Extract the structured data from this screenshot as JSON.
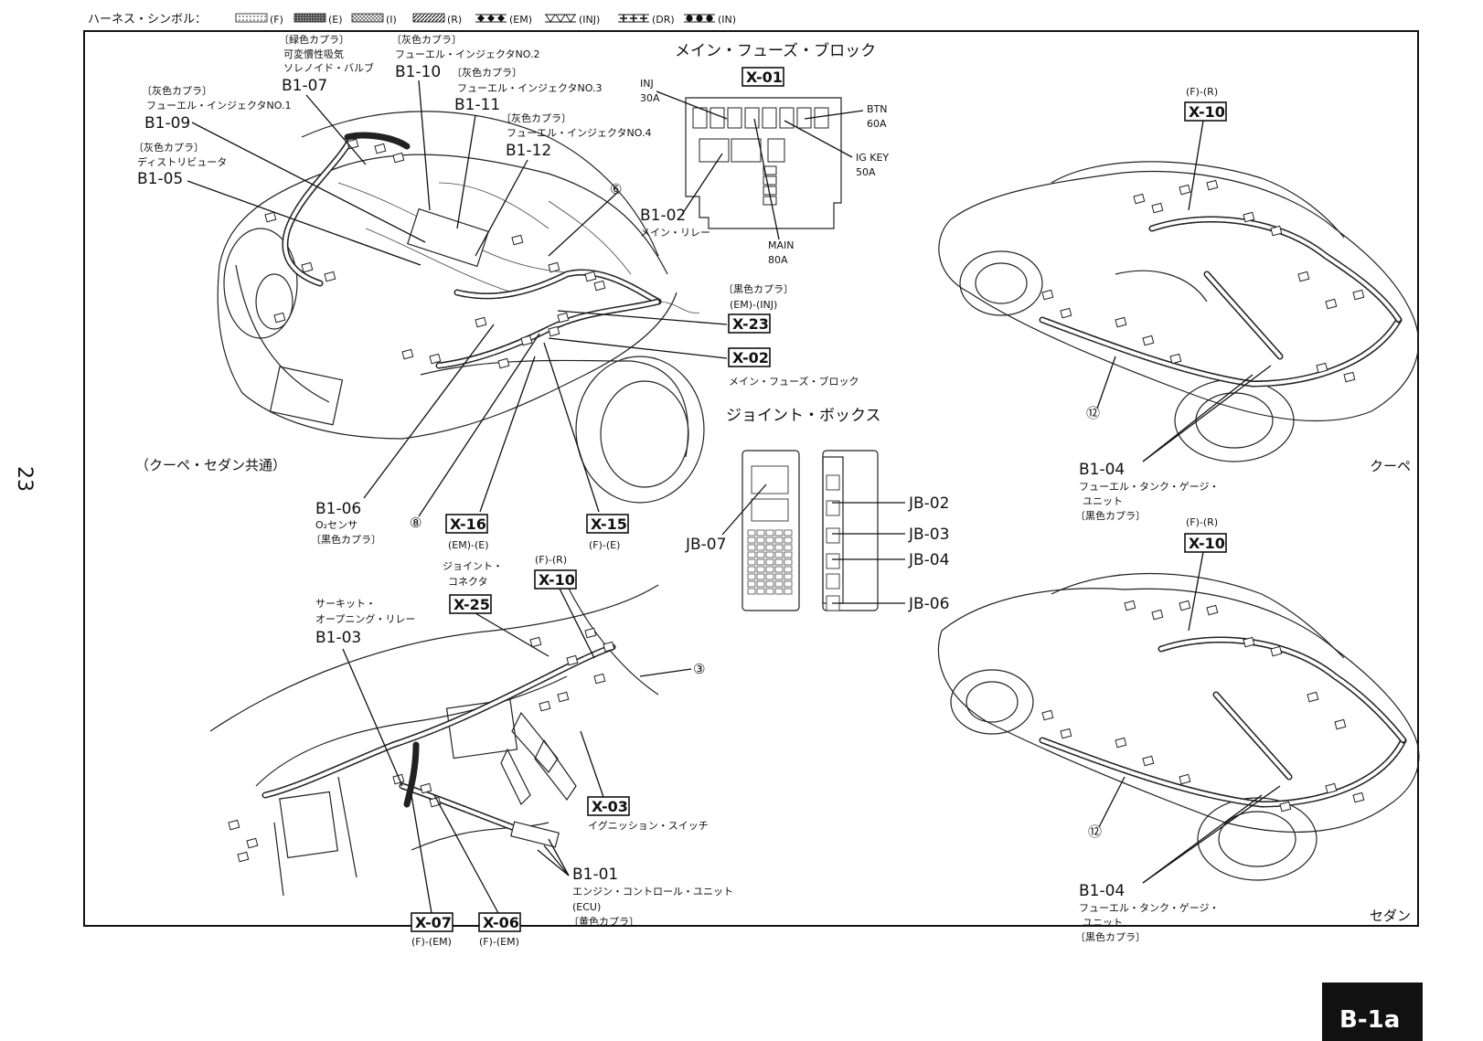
{
  "legend": {
    "title": "ハーネス・シンボル：",
    "items": [
      {
        "code": "(F)",
        "pattern": "dots"
      },
      {
        "code": "(E)",
        "pattern": "dark"
      },
      {
        "code": "(I)",
        "pattern": "cross"
      },
      {
        "code": "(R)",
        "pattern": "hatch"
      },
      {
        "code": "(EM)",
        "pattern": "diamond"
      },
      {
        "code": "(INJ)",
        "pattern": "triangle"
      },
      {
        "code": "(DR)",
        "pattern": "plus"
      },
      {
        "code": "(IN)",
        "pattern": "circle"
      }
    ]
  },
  "page_number": "23",
  "page_tab": "B-1a",
  "engine": {
    "caption": "（クーペ・セダン共通）",
    "b1_07": {
      "note1": "〔緑色カプラ〕",
      "note2": "可変慣性吸気",
      "note3": "ソレノイド・バルブ",
      "code": "B1-07"
    },
    "b1_10": {
      "note1": "〔灰色カプラ〕",
      "note2": "フューエル・インジェクタNO.2",
      "code": "B1-10"
    },
    "b1_11": {
      "note1": "〔灰色カプラ〕",
      "note2": "フューエル・インジェクタNO.3",
      "code": "B1-11"
    },
    "b1_12": {
      "note1": "〔灰色カプラ〕",
      "note2": "フューエル・インジェクタNO.4",
      "code": "B1-12"
    },
    "b1_09": {
      "note1": "〔灰色カプラ〕",
      "note2": "フューエル・インジェクタNO.1",
      "code": "B1-09"
    },
    "b1_05": {
      "note1": "〔灰色カプラ〕",
      "note2": "ディストリビュータ",
      "code": "B1-05"
    },
    "b1_06": {
      "code": "B1-06",
      "note1": "O₂センサ",
      "note2": "〔黒色カプラ〕"
    },
    "circle6": "⑥",
    "circle8": "⑧",
    "x23": {
      "note1": "〔黒色カプラ〕",
      "note2": "(EM)-(INJ)",
      "code": "X-23"
    },
    "x02": {
      "code": "X-02",
      "note": "メイン・フューズ・ブロック"
    },
    "x16": {
      "code": "X-16",
      "note": "(EM)-(E)"
    },
    "x15": {
      "code": "X-15",
      "note": "(F)-(E)"
    }
  },
  "fuse_block": {
    "title": "メイン・フューズ・ブロック",
    "code": "X-01",
    "inj": "INJ",
    "inj_amp": "30A",
    "btn": "BTN",
    "btn_amp": "60A",
    "igkey": "IG KEY",
    "igkey_amp": "50A",
    "b1_02": "B1-02",
    "b1_02_note": "メイン・リレー",
    "main": "MAIN",
    "main_amp": "80A"
  },
  "joint_box": {
    "title": "ジョイント・ボックス",
    "jb07": "JB-07",
    "jb02": "JB-02",
    "jb03": "JB-03",
    "jb04": "JB-04",
    "jb06": "JB-06"
  },
  "dash": {
    "x25": {
      "note1": "ジョイント・",
      "note2": "コネクタ",
      "code": "X-25"
    },
    "x10": {
      "note": "(F)-(R)",
      "code": "X-10"
    },
    "b1_03": {
      "note1": "サーキット・",
      "note2": "オープニング・リレー",
      "code": "B1-03"
    },
    "circle3": "③",
    "x03": {
      "code": "X-03",
      "note": "イグニッション・スイッチ"
    },
    "b1_01": {
      "code": "B1-01",
      "note1": "エンジン・コントロール・ユニット",
      "note2": "(ECU)",
      "note3": "〔黄色カプラ〕"
    },
    "x07": {
      "code": "X-07",
      "note": "(F)-(EM)"
    },
    "x06": {
      "code": "X-06",
      "note": "(F)-(EM)"
    }
  },
  "coupe": {
    "x10_note": "(F)-(R)",
    "x10": "X-10",
    "circle12": "⑫",
    "b1_04": "B1-04",
    "b1_04_note1": "フューエル・タンク・ゲージ・",
    "b1_04_note2": "ユニット",
    "b1_04_note3": "〔黒色カプラ〕",
    "label": "クーペ"
  },
  "sedan": {
    "x10_note": "(F)-(R)",
    "x10": "X-10",
    "circle12": "⑫",
    "b1_04": "B1-04",
    "b1_04_note1": "フューエル・タンク・ゲージ・",
    "b1_04_note2": "ユニット",
    "b1_04_note3": "〔黒色カプラ〕",
    "label": "セダン"
  }
}
